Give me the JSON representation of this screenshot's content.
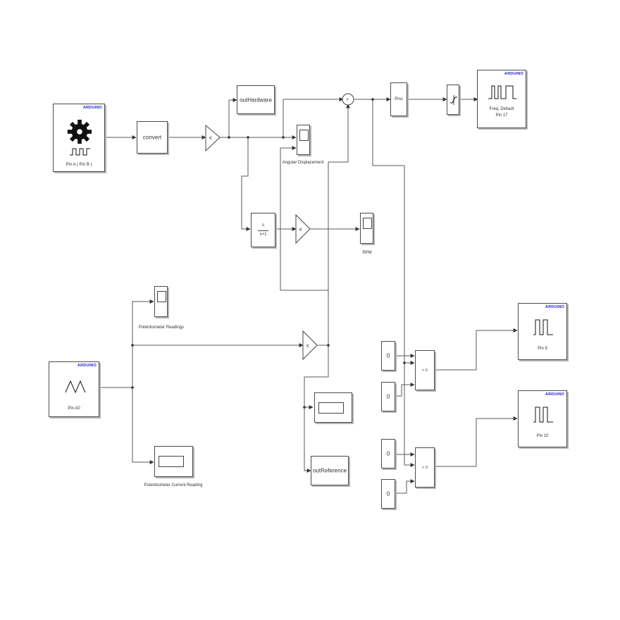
{
  "brand_label": "ARDUINO",
  "blocks": {
    "encoder": {
      "label": "Pin A ( Pin B )"
    },
    "convert": {
      "label": "convert"
    },
    "out_hardware": {
      "label": "outHardware"
    },
    "pid": {
      "label": "Pins"
    },
    "pwm_out": {
      "label": "Freq. Default",
      "label2": "Pin 17"
    },
    "angular_scope": {
      "caption": "Angular Displacement"
    },
    "rpm_scope": {
      "caption": "RPM"
    },
    "derivative": {
      "numerator": "s",
      "denominator": "s+1"
    },
    "pot_scope": {
      "caption": "Potentiometer Readings"
    },
    "analog_in": {
      "label": "Pin A0"
    },
    "pot_display": {
      "caption": "Potentiometer Current Reading"
    },
    "out_reference": {
      "label": "outReference"
    },
    "const1": {
      "value": "0"
    },
    "const2": {
      "value": "0"
    },
    "const3": {
      "value": "0"
    },
    "const4": {
      "value": "0"
    },
    "switch1": {
      "label": "> 0"
    },
    "switch2": {
      "label": "> 0"
    },
    "pin9_out": {
      "label": "Pin 9"
    },
    "pin10_out": {
      "label": "Pin 10"
    }
  },
  "colors": {
    "wire": "#5a5a5a",
    "block_border": "#4a4a4a",
    "brand": "#2222cc"
  }
}
